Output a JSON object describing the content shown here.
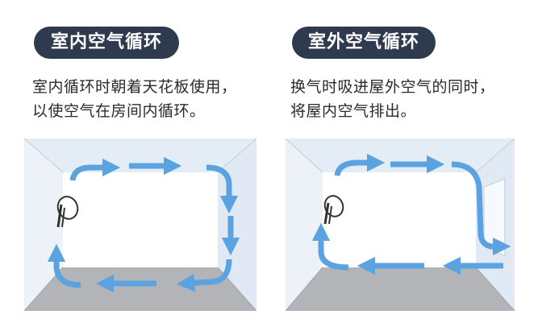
{
  "panels": {
    "indoor": {
      "title": "室内空气循环",
      "lines": [
        "室内循环时朝着天花板使用，",
        "以使空气在房间内循环。"
      ]
    },
    "outdoor": {
      "title": "室外空气循环",
      "lines": [
        "换气时吸进屋外空气的同时，",
        "将屋内空气排出。"
      ]
    }
  },
  "colors": {
    "pill_bg": "#2e3a4d",
    "arrow": "#5ba3e0",
    "floor": "#b2b4b8",
    "wall": "#e8eff7",
    "room_border": "#9aa0a8"
  }
}
